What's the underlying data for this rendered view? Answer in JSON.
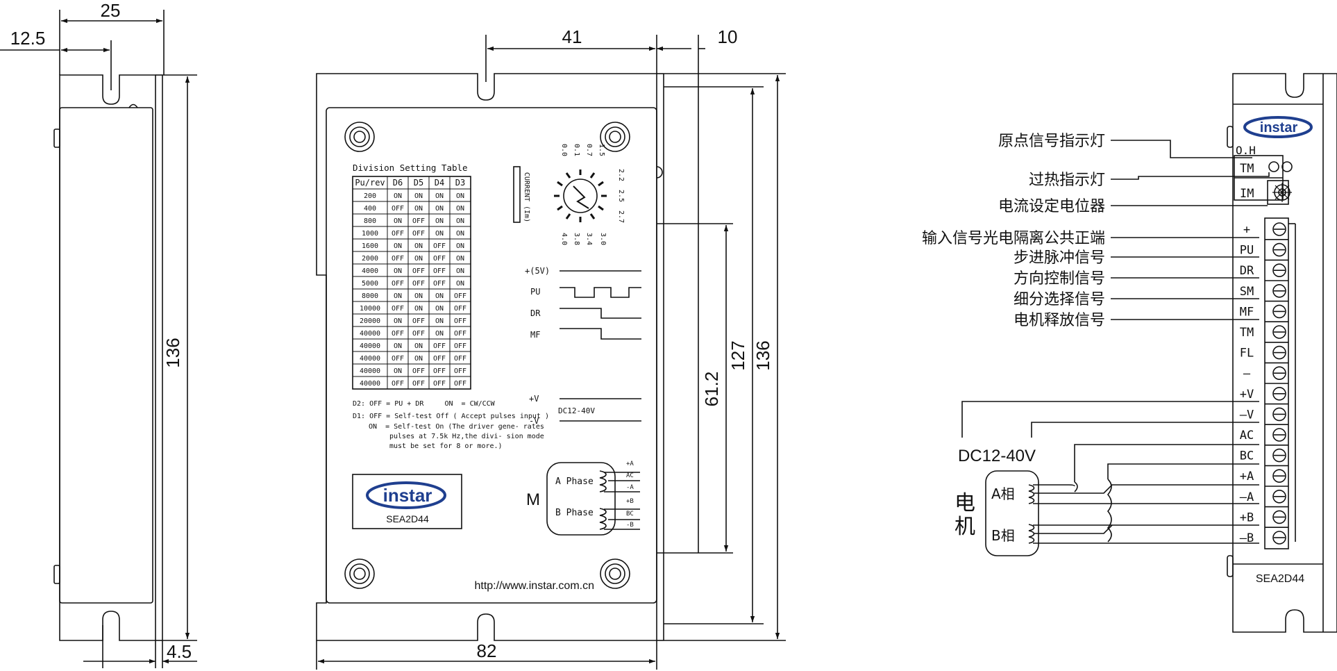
{
  "dimensions": {
    "side_width": "25",
    "side_offset": "12.5",
    "side_height": "136",
    "side_bottom": "4.5",
    "front_hole_offset": "41",
    "front_edge_offset": "10",
    "front_mount_spacing": "61.2",
    "front_inner_height": "127",
    "front_height": "136",
    "front_width": "82"
  },
  "division_table": {
    "title": "Division Setting Table",
    "headers": [
      "Pu/rev",
      "D6",
      "D5",
      "D4",
      "D3"
    ],
    "rows": [
      [
        "200",
        "ON",
        "ON",
        "ON",
        "ON"
      ],
      [
        "400",
        "OFF",
        "ON",
        "ON",
        "ON"
      ],
      [
        "800",
        "ON",
        "OFF",
        "ON",
        "ON"
      ],
      [
        "1000",
        "OFF",
        "OFF",
        "ON",
        "ON"
      ],
      [
        "1600",
        "ON",
        "ON",
        "OFF",
        "ON"
      ],
      [
        "2000",
        "OFF",
        "ON",
        "OFF",
        "ON"
      ],
      [
        "4000",
        "ON",
        "OFF",
        "OFF",
        "ON"
      ],
      [
        "5000",
        "OFF",
        "OFF",
        "OFF",
        "ON"
      ],
      [
        "8000",
        "ON",
        "ON",
        "ON",
        "OFF"
      ],
      [
        "10000",
        "OFF",
        "ON",
        "ON",
        "OFF"
      ],
      [
        "20000",
        "ON",
        "OFF",
        "ON",
        "OFF"
      ],
      [
        "40000",
        "OFF",
        "OFF",
        "ON",
        "OFF"
      ],
      [
        "40000",
        "ON",
        "ON",
        "OFF",
        "OFF"
      ],
      [
        "40000",
        "OFF",
        "ON",
        "OFF",
        "OFF"
      ],
      [
        "40000",
        "ON",
        "OFF",
        "OFF",
        "OFF"
      ],
      [
        "40000",
        "OFF",
        "OFF",
        "OFF",
        "OFF"
      ]
    ]
  },
  "notes": {
    "d2": "D2: OFF = PU + DR     ON  = CW/CCW",
    "d1_line1": "D1: OFF = Self-test Off ( Accept pulses input )",
    "d1_line2": "ON  = Self-test On (The driver gene- rates",
    "d1_line3": "pulses at 7.5k Hz,the divi- sion mode",
    "d1_line4": "must be set for 8 or more.)"
  },
  "current_dial": {
    "label": "CURRENT (Im)",
    "scale_top": [
      "0.0",
      "0.1",
      "0.7",
      "1.5"
    ],
    "scale_right": [
      "2.2",
      "2.5",
      "2.7"
    ],
    "scale_bottom": [
      "4.0",
      "3.8",
      "3.4",
      "3.0"
    ]
  },
  "signals": {
    "vcc5": "+(5V)",
    "pu": "PU",
    "dr": "DR",
    "mf": "MF",
    "vplus": "+V",
    "vminus": "-V",
    "supply": "DC12-40V"
  },
  "motor_box": {
    "m_label": "M",
    "a_phase": "A Phase",
    "b_phase": "B Phase",
    "a_pins": [
      "+A",
      "AC",
      "-A"
    ],
    "b_pins": [
      "+B",
      "BC",
      "-B"
    ]
  },
  "brand": {
    "logo": "instar",
    "model": "SEA2D44",
    "url": "http://www.instar.com.cn"
  },
  "terminal": {
    "indicators": [
      "O.H",
      "TM",
      "IM"
    ],
    "pins": [
      "+",
      "PU",
      "DR",
      "SM",
      "MF",
      "TM",
      "FL",
      "–",
      "+V",
      "–V",
      "AC",
      "BC",
      "+A",
      "–A",
      "+B",
      "–B"
    ],
    "model": "SEA2D44"
  },
  "callouts": {
    "origin_led": "原点信号指示灯",
    "overheat_led": "过热指示灯",
    "current_pot": "电流设定电位器",
    "opto_common": "输入信号光电隔离公共正端",
    "step_pulse": "步进脉冲信号",
    "direction": "方向控制信号",
    "microstep": "细分选择信号",
    "release": "电机释放信号"
  },
  "wiring": {
    "supply": "DC12-40V",
    "motor_cn_1": "电",
    "motor_cn_2": "机",
    "phase_a": "A相",
    "phase_b": "B相"
  }
}
